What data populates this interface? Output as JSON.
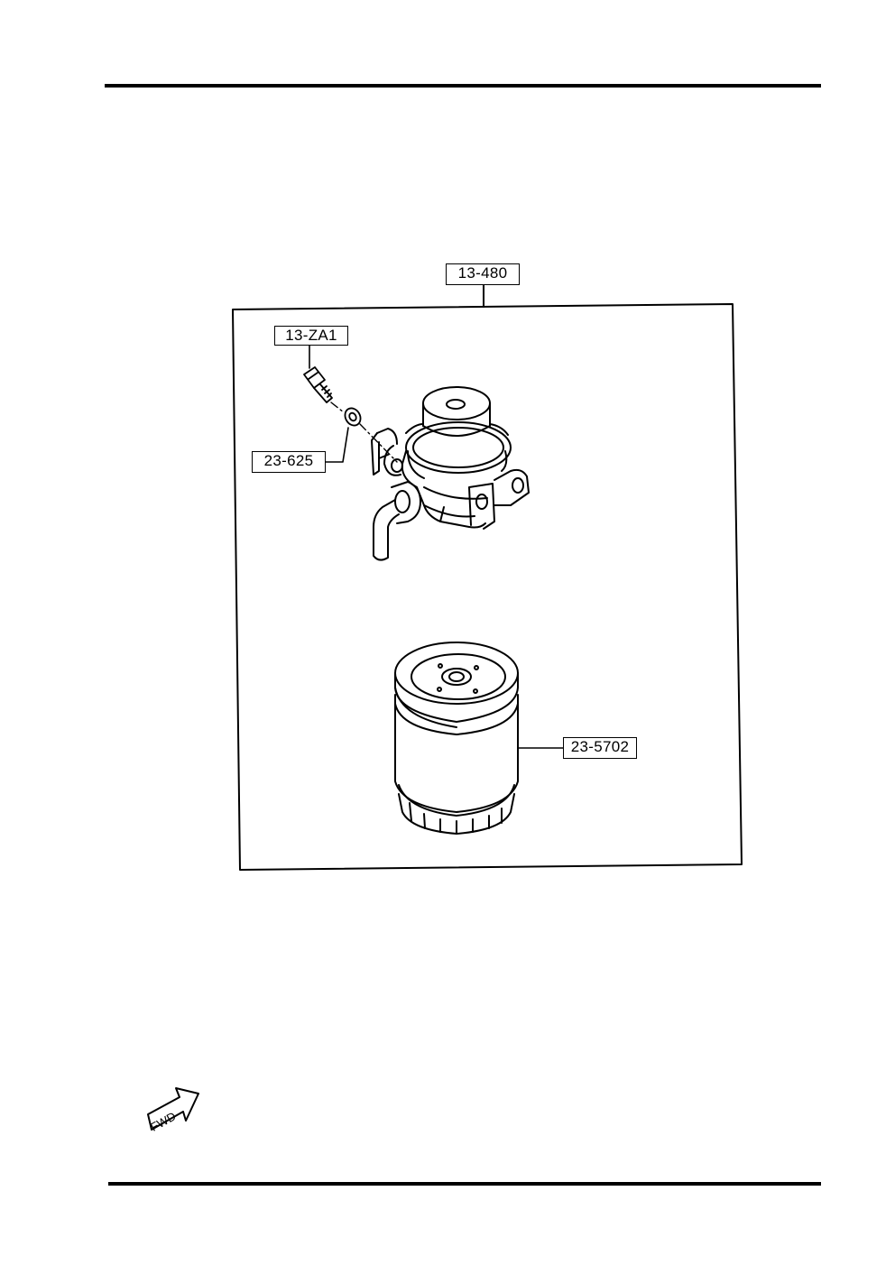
{
  "diagram": {
    "callouts": {
      "assembly": "13-480",
      "bolt": "13-ZA1",
      "washer": "23-625",
      "filter_cartridge": "23-5702"
    },
    "forward_indicator": "FWD"
  }
}
